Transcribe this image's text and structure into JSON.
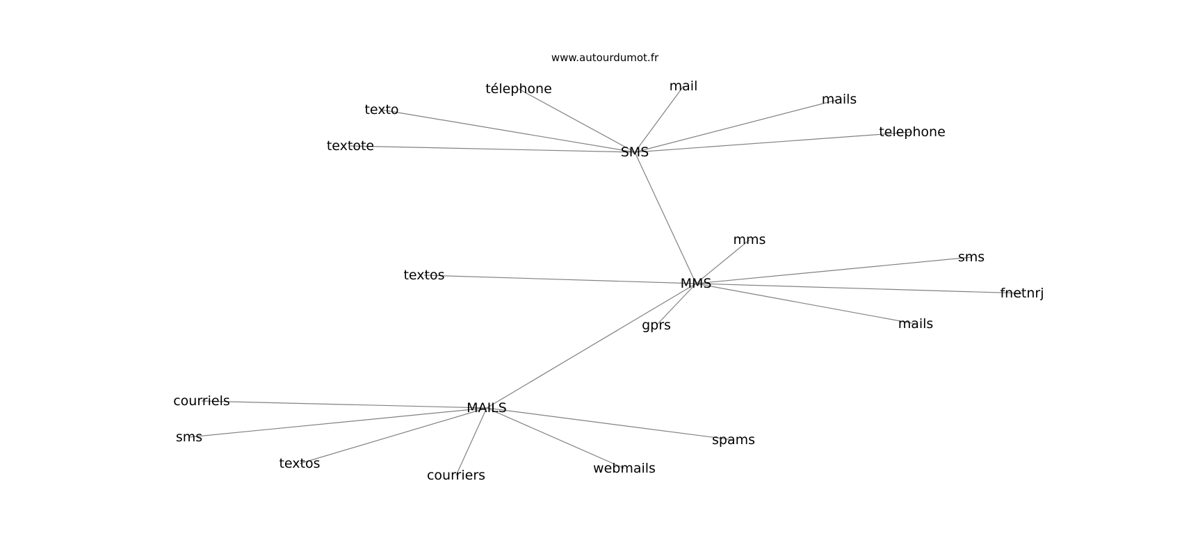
{
  "title": "www.autourdumot.fr",
  "colors": {
    "edge": "#808080",
    "text": "#000000",
    "background": "#ffffff"
  },
  "nodes": {
    "sms_hub": "SMS",
    "mms_hub": "MMS",
    "mails_hub": "MAILS",
    "sms_telephone_accent": "télephone",
    "sms_mail": "mail",
    "sms_texto": "texto",
    "sms_mails": "mails",
    "sms_textote": "textote",
    "sms_telephone": "telephone",
    "mms_mms": "mms",
    "mms_sms": "sms",
    "mms_textos": "textos",
    "mms_fnetnrj": "fnetnrj",
    "mms_gprs": "gprs",
    "mms_mails": "mails",
    "mails_courriels": "courriels",
    "mails_sms": "sms",
    "mails_textos": "textos",
    "mails_courriers": "courriers",
    "mails_webmails": "webmails",
    "mails_spams": "spams"
  },
  "edges": [
    [
      "sms_hub",
      "sms_telephone_accent"
    ],
    [
      "sms_hub",
      "sms_mail"
    ],
    [
      "sms_hub",
      "sms_texto"
    ],
    [
      "sms_hub",
      "sms_mails"
    ],
    [
      "sms_hub",
      "sms_textote"
    ],
    [
      "sms_hub",
      "sms_telephone"
    ],
    [
      "sms_hub",
      "mms_hub"
    ],
    [
      "mms_hub",
      "mms_mms"
    ],
    [
      "mms_hub",
      "mms_sms"
    ],
    [
      "mms_hub",
      "mms_textos"
    ],
    [
      "mms_hub",
      "mms_fnetnrj"
    ],
    [
      "mms_hub",
      "mms_gprs"
    ],
    [
      "mms_hub",
      "mms_mails"
    ],
    [
      "mms_hub",
      "mails_hub"
    ],
    [
      "mails_hub",
      "mails_courriels"
    ],
    [
      "mails_hub",
      "mails_sms"
    ],
    [
      "mails_hub",
      "mails_textos"
    ],
    [
      "mails_hub",
      "mails_courriers"
    ],
    [
      "mails_hub",
      "mails_webmails"
    ],
    [
      "mails_hub",
      "mails_spams"
    ]
  ]
}
